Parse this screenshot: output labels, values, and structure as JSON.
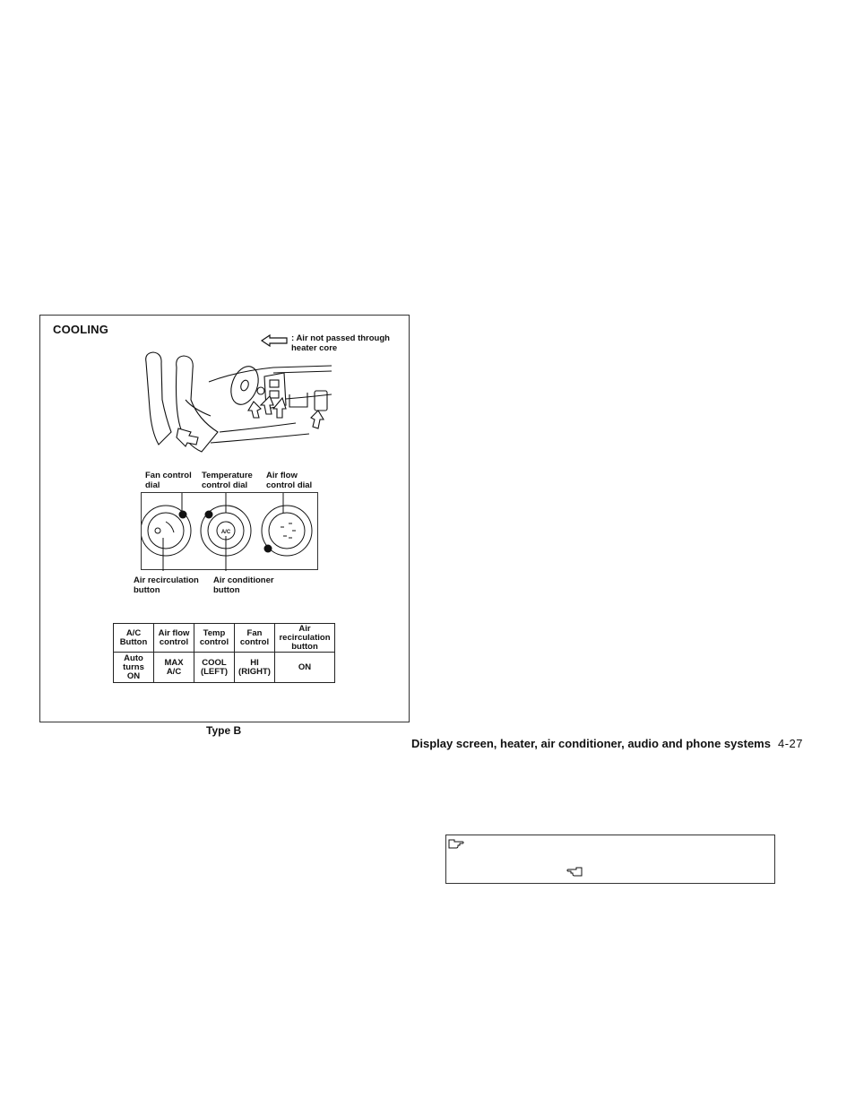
{
  "figure": {
    "heading": "COOLING",
    "legend_text": ": Air not passed through\nheater core",
    "labels": {
      "fan_control_dial": "Fan control\ndial",
      "temperature_control_dial": "Temperature\ncontrol dial",
      "air_flow_control_dial": "Air flow\ncontrol dial",
      "air_recirculation_button": "Air recirculation\nbutton",
      "air_conditioner_button": "Air conditioner\nbutton",
      "ac_knob_text": "A/C"
    },
    "table": {
      "headers": [
        "A/C\nButton",
        "Air flow\ncontrol",
        "Temp\ncontrol",
        "Fan\ncontrol",
        "Air\nrecirculation\nbutton"
      ],
      "row": [
        "Auto\nturns\nON",
        "MAX\nA/C",
        "COOL\n(LEFT)",
        "HI\n(RIGHT)",
        "ON"
      ]
    },
    "caption": "Type B"
  },
  "footer": {
    "section_title": "Display screen, heater, air conditioner, audio and phone systems",
    "page_number": "4-27"
  },
  "icons": [
    "pointing-hand-icon",
    "pointing-hand-icon"
  ]
}
